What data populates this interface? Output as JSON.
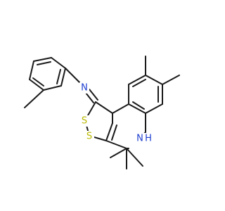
{
  "molecule": {
    "atom_labels": {
      "imine_nitrogen": "N",
      "amine_nh": "H",
      "amine_n": "N",
      "sulfur_upper": "S",
      "sulfur_lower": "S"
    },
    "colors": {
      "bond": "#1a1a1a",
      "nitrogen": "#1f3fd0",
      "sulfur": "#b8b800"
    }
  }
}
